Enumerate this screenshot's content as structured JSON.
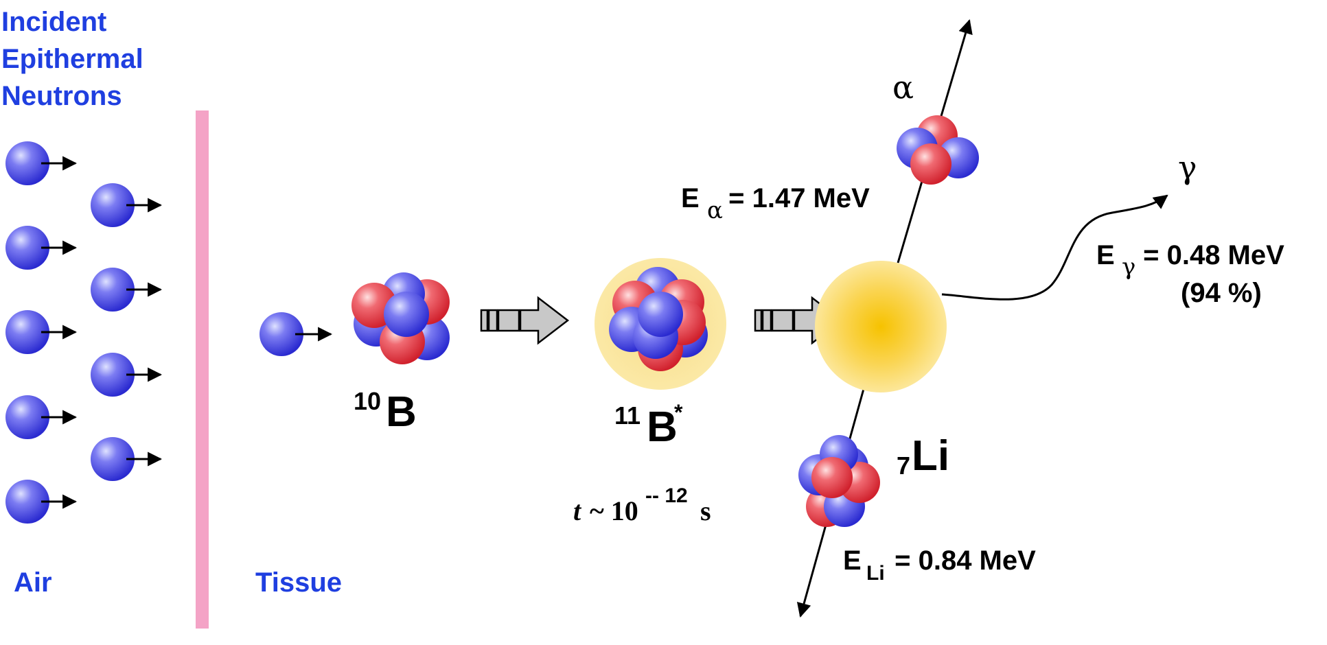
{
  "labels": {
    "incident_line1": "Incident",
    "incident_line2": "Epithermal",
    "incident_line3": "Neutrons",
    "air": "Air",
    "tissue": "Tissue",
    "boron10_mass": "10",
    "boron10_symbol": "B",
    "boron11_mass": "11",
    "boron11_symbol": "B",
    "boron11_star": "*",
    "lifetime_t": "t",
    "lifetime_tilde": " ~ 10",
    "lifetime_exp": "-- 12",
    "lifetime_unit": "s",
    "lithium_mass": "7",
    "lithium_symbol": "Li",
    "alpha_symbol": "α",
    "gamma_symbol": "γ",
    "e_alpha_E": "E",
    "e_alpha_sub": "α",
    "e_alpha_value": " = 1.47 MeV",
    "e_gamma_E": "E",
    "e_gamma_sub": "γ",
    "e_gamma_value": " = 0.48 MeV",
    "e_gamma_percent": "(94 %)",
    "e_li_E": "E",
    "e_li_sub": "Li",
    "e_li_value": " = 0.84 MeV"
  },
  "colors": {
    "label_blue": "#1f3fe0",
    "neutron_blue": "#3a3ae0",
    "proton_red": "#e02a3a",
    "barrier_pink": "#f4a3c6",
    "glow_yellow": "#fbd25a",
    "arrow_fill": "#c8c8c8"
  }
}
